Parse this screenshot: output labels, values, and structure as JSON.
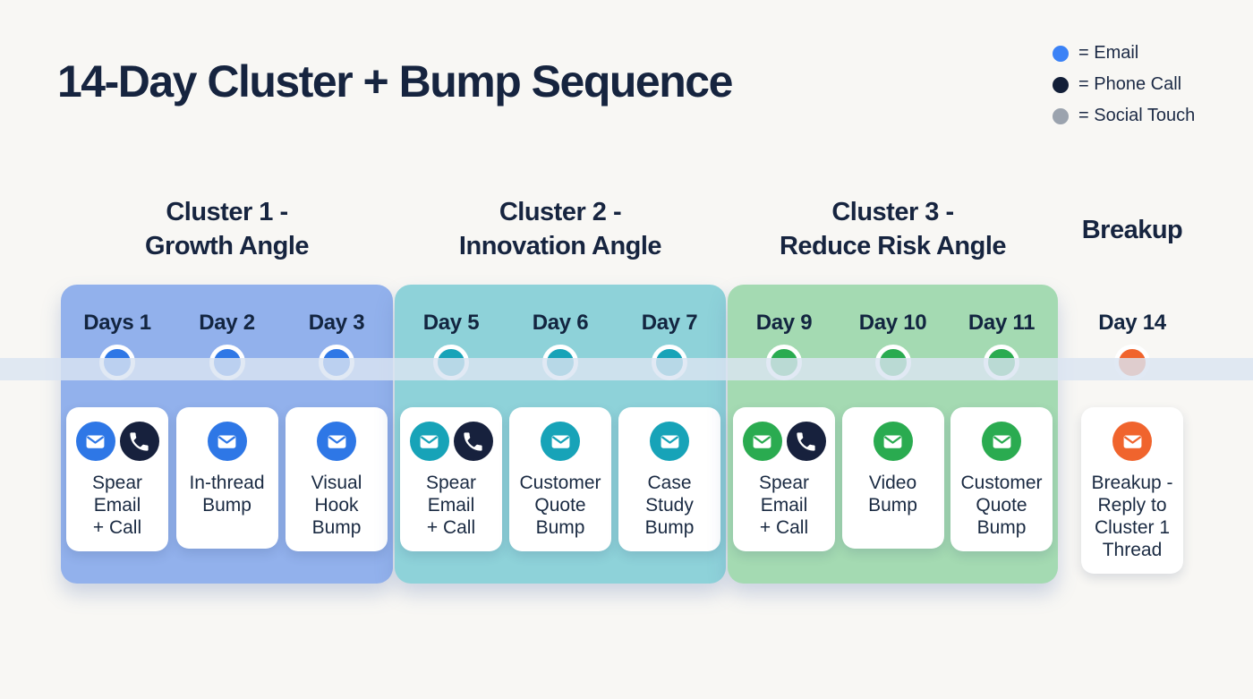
{
  "title": "14-Day Cluster + Bump Sequence",
  "legend": {
    "items": [
      {
        "name": "email",
        "label": "= Email",
        "color": "#3b82f6"
      },
      {
        "name": "phone-call",
        "label": "= Phone Call",
        "color": "#131f38"
      },
      {
        "name": "social-touch",
        "label": "= Social Touch",
        "color": "#9ba3ae"
      }
    ]
  },
  "colors": {
    "background": "#f8f7f4",
    "timeline_band": "#dde4f0",
    "phone_icon_circle": "#17213d",
    "heading_text": "#16243f"
  },
  "sections": [
    {
      "title": "Cluster 1 -\nGrowth Angle",
      "panel_color": "#92b1ec",
      "accent_color": "#2e77e6",
      "steps": [
        {
          "day": "Days 1",
          "label": "Spear\nEmail\n+ Call",
          "icons": [
            "email",
            "phone"
          ]
        },
        {
          "day": "Day 2",
          "label": "In-thread\nBump",
          "icons": [
            "email"
          ]
        },
        {
          "day": "Day 3",
          "label": "Visual\nHook\nBump",
          "icons": [
            "email"
          ]
        }
      ]
    },
    {
      "title": "Cluster 2 -\nInnovation Angle",
      "panel_color": "#8ed2d9",
      "accent_color": "#17a3b8",
      "steps": [
        {
          "day": "Day 5",
          "label": "Spear\nEmail\n+ Call",
          "icons": [
            "email",
            "phone"
          ]
        },
        {
          "day": "Day 6",
          "label": "Customer\nQuote\nBump",
          "icons": [
            "email"
          ]
        },
        {
          "day": "Day 7",
          "label": "Case\nStudy\nBump",
          "icons": [
            "email"
          ]
        }
      ]
    },
    {
      "title": "Cluster 3 -\nReduce Risk Angle",
      "panel_color": "#a4dab2",
      "accent_color": "#2aab50",
      "steps": [
        {
          "day": "Day 9",
          "label": "Spear\nEmail\n+ Call",
          "icons": [
            "email",
            "phone"
          ]
        },
        {
          "day": "Day 10",
          "label": "Video\nBump",
          "icons": [
            "email"
          ]
        },
        {
          "day": "Day 11",
          "label": "Customer\nQuote\nBump",
          "icons": [
            "email"
          ]
        }
      ]
    },
    {
      "title": "Breakup",
      "panel_color": null,
      "accent_color": "#f0642d",
      "steps": [
        {
          "day": "Day 14",
          "label": "Breakup -\nReply to\nCluster 1\nThread",
          "icons": [
            "email"
          ]
        }
      ]
    }
  ]
}
